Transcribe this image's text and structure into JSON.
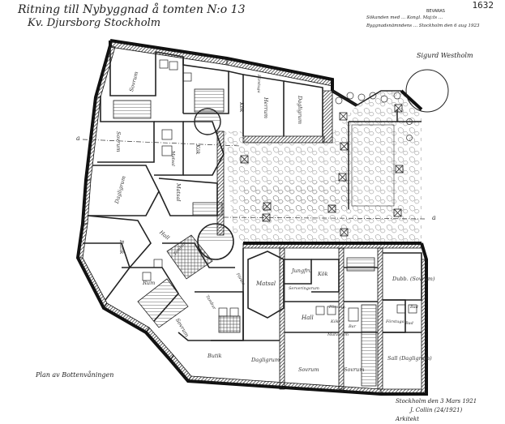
{
  "title": {
    "line1": "Ritning till Nybyggnad å tomten N:o 13",
    "line2": "Kv. Djursborg Stockholm"
  },
  "page_number": "1632",
  "stamp": "BEVARAS",
  "approval_note": "Sökanden med ... Kongl. Maj:ts ... Byggnadsnämndens ... Stockholm den 6 aug 1923",
  "approval_signature": "Sigurd Westholm",
  "plan_caption": "Plan av Bottenvåningen",
  "footer": {
    "place_date": "Stockholm den 3 Mars 1921",
    "architect": "J. Collin (24/1921)",
    "role": "Arkitekt"
  },
  "rooms": {
    "sovrum_top_left": "Sovrum",
    "matsal_left": "Matsal",
    "herrum": "Herrum",
    "dagligrum_top": "Dagligrum",
    "kok_top": "Kök",
    "forstuga": "Förstuga",
    "sovrum_mid": "Sovrum",
    "kok_left": "Kök",
    "dagligrum_left": "Dagligrum",
    "matsal_center": "Matsal",
    "butik_left": "Butik",
    "hall_left": "Hall",
    "rum": "Rum",
    "jungfru": "Jungfru",
    "serveringsrum": "Serveringsrum",
    "kok_right": "Kök",
    "matsal_right": "Matsal",
    "hall_right": "Hall",
    "butik_bottom": "Butik",
    "dagligrum_bottom": "Dagligrum",
    "sovrum_bottom": "Sovrum",
    "sovrum_bottom2": "Sovrum",
    "dubb_sovrum": "Dubb. (Sovrum)",
    "sall": "Sall (Dagligrum)",
    "bad": "Bad",
    "forst": "Förstuga",
    "tambur": "Tambur",
    "tambur2": "Tambur",
    "bad2": "Bad",
    "kok_small": "Kök",
    "matvrum": "Matv.-rum",
    "forstug_small": "Förstug.",
    "bar": "Bar",
    "forsto_right": "Försto."
  },
  "section_markers": {
    "left": "a",
    "right": "a"
  }
}
